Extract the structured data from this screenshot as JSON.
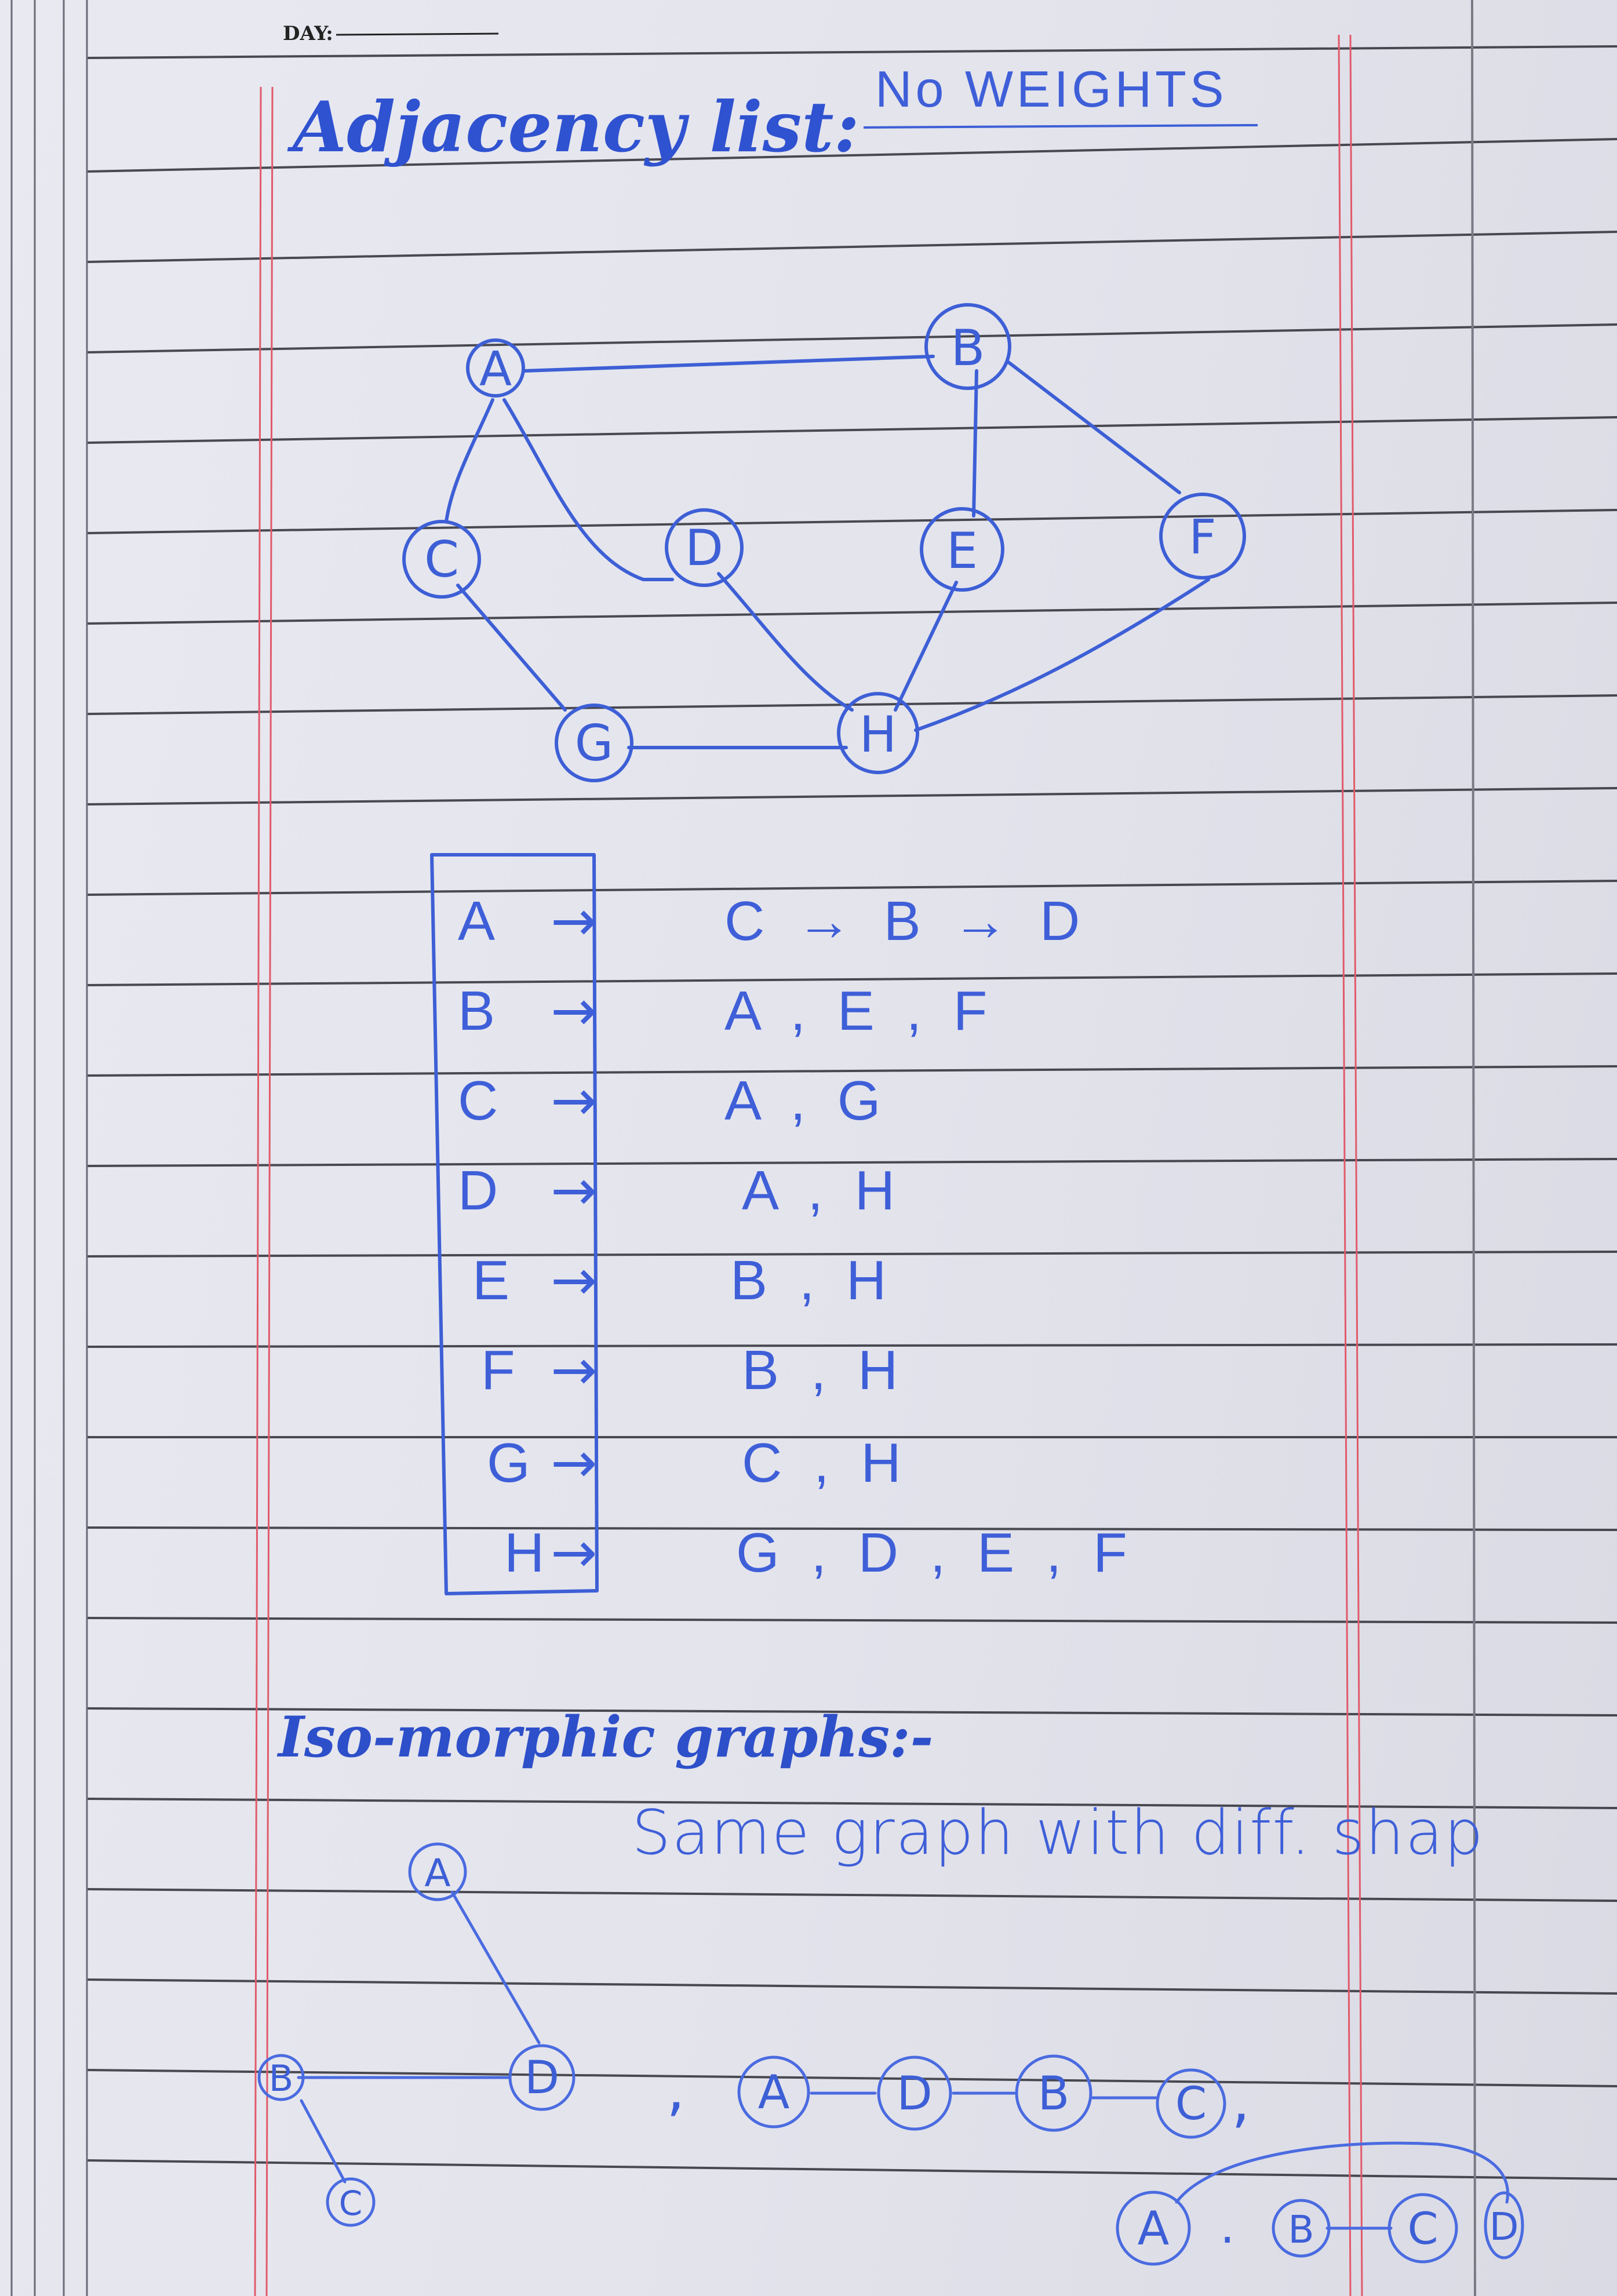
{
  "header": {
    "day_label": "DAY:"
  },
  "title": {
    "main": "Adjacency list:",
    "qualifier": "No WEIGHTS"
  },
  "graph": {
    "nodes": [
      "A",
      "B",
      "C",
      "D",
      "E",
      "F",
      "G",
      "H"
    ]
  },
  "adjacency_list": [
    {
      "vertex": "A",
      "arrow": "→",
      "neighbors": "C → B → D"
    },
    {
      "vertex": "B",
      "arrow": "→",
      "neighbors": "A , E , F"
    },
    {
      "vertex": "C",
      "arrow": "→",
      "neighbors": "A , G"
    },
    {
      "vertex": "D",
      "arrow": "→",
      "neighbors": "A , H"
    },
    {
      "vertex": "E",
      "arrow": "→",
      "neighbors": "B , H"
    },
    {
      "vertex": "F",
      "arrow": "→",
      "neighbors": "B , H"
    },
    {
      "vertex": "G",
      "arrow": "→",
      "neighbors": "C , H"
    },
    {
      "vertex": "H",
      "arrow": "→",
      "neighbors": "G , D , E , F"
    }
  ],
  "isomorphic": {
    "heading": "Iso-morphic graphs:-",
    "description": "Same graph with diff. shap",
    "graph1_nodes": [
      "A",
      "B",
      "C",
      "D"
    ],
    "separator1": ",",
    "graph2_nodes": [
      "A",
      "D",
      "B",
      "C"
    ],
    "separator2": ",",
    "graph3_nodes": [
      "A",
      "B",
      "C",
      "D"
    ],
    "graph3_dot": "."
  }
}
